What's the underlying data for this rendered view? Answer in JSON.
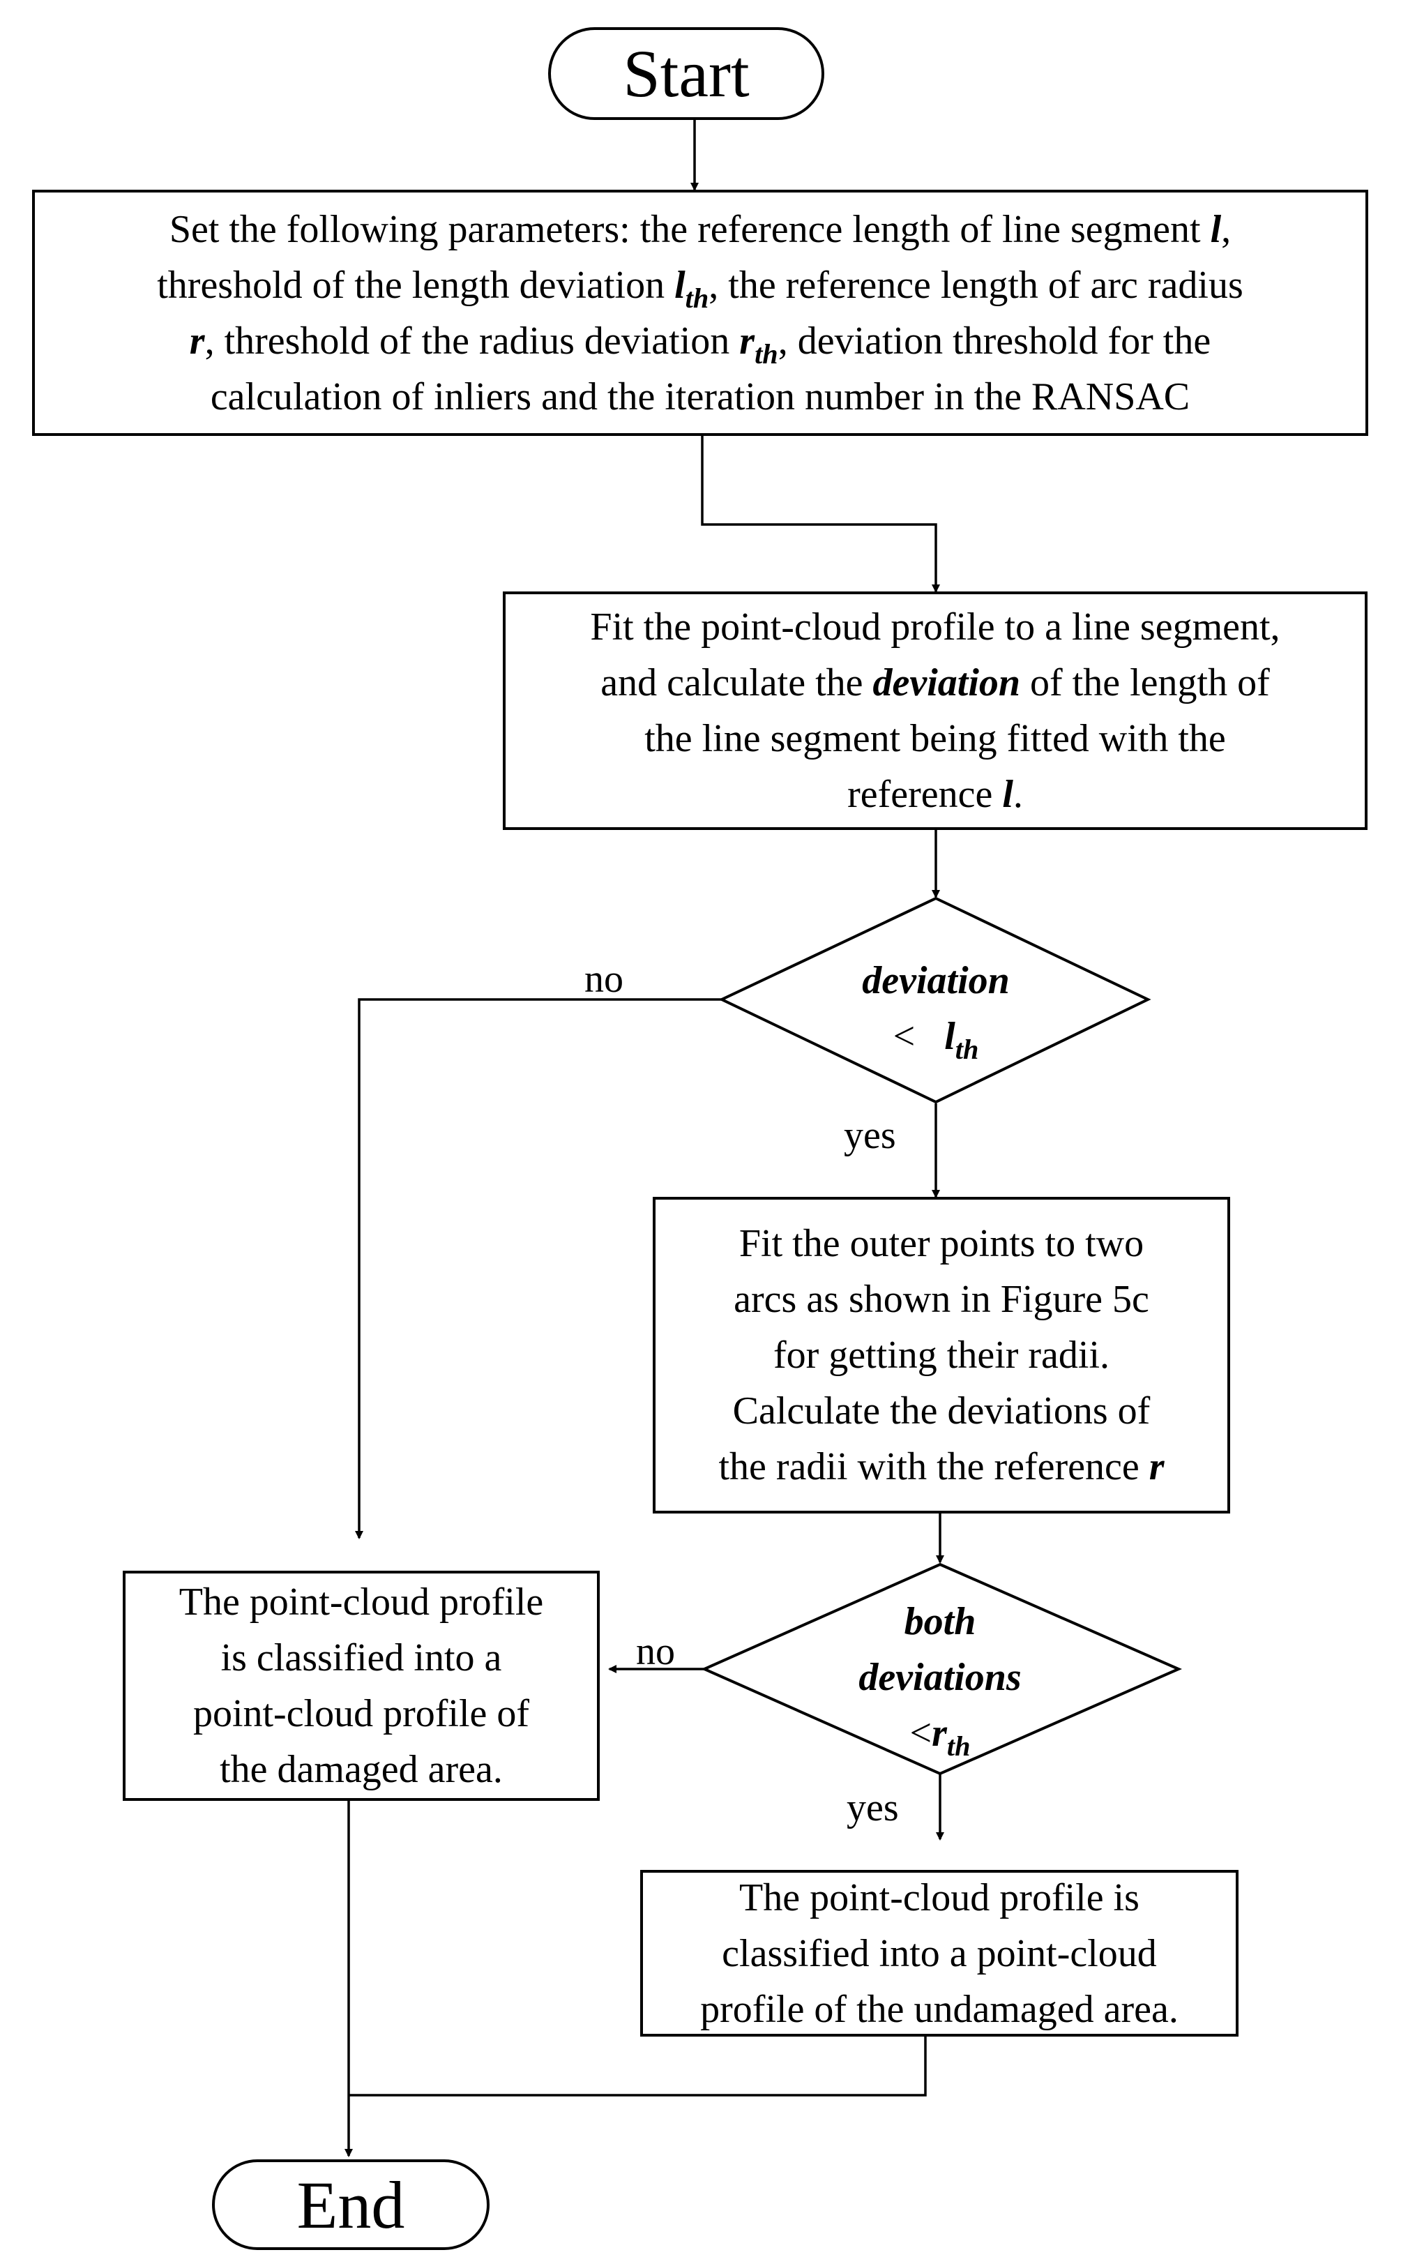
{
  "start": {
    "text": "Start"
  },
  "end": {
    "text": "End"
  },
  "params": {
    "p1": "Set the following parameters: the reference length of line segment ",
    "sym_l": "l",
    "p2": ",",
    "p3": "threshold of the length deviation ",
    "sym_lth_base": "l",
    "sym_lth_sub": "th",
    "p4": ", the reference length of arc radius",
    "sym_r": "r",
    "p5": ", threshold of the radius deviation ",
    "sym_rth_base": "r",
    "sym_rth_sub": "th",
    "p6": ", deviation threshold for the",
    "p7": "calculation of inliers and the iteration number in the RANSAC"
  },
  "fit_line": {
    "p1": "Fit the point-cloud profile to a line segment,",
    "p2a": "and calculate the ",
    "p2_emph": "deviation",
    "p2b": " of the length of",
    "p3": "the line segment being fitted with the",
    "p4a": "reference ",
    "p4_sym": "l",
    "p4b": "."
  },
  "decision1": {
    "line1": "deviation",
    "op": "<",
    "sym_base": "l",
    "sym_sub": "th"
  },
  "fit_arcs": {
    "line1": "Fit the outer points to two",
    "line2": "arcs as shown in Figure 5c",
    "line3": "for getting their radii.",
    "line4": "Calculate the deviations of",
    "line5a": "the radii with the reference ",
    "line5_sym": "r"
  },
  "decision2": {
    "line1": "both",
    "line2": "deviations",
    "op": "<",
    "sym_base": "r",
    "sym_sub": "th"
  },
  "damaged": {
    "line1": "The point-cloud profile",
    "line2": "is classified into a",
    "line3": "point-cloud profile of",
    "line4": "the damaged area."
  },
  "undamaged": {
    "line1": "The point-cloud profile is",
    "line2": "classified into a point-cloud",
    "line3": "profile of the undamaged area."
  },
  "labels": {
    "d1_no": "no",
    "d1_yes": "yes",
    "d2_no": "no",
    "d2_yes": "yes"
  }
}
